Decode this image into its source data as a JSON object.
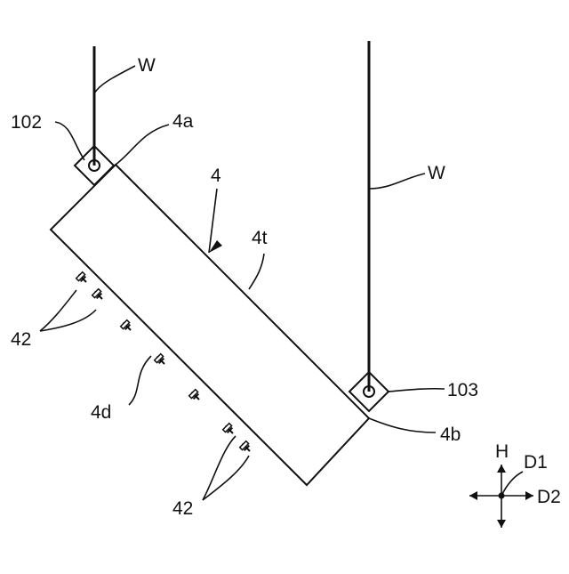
{
  "figure": {
    "labels": {
      "wire_left": "W",
      "wire_right": "W",
      "bracket_left": "102",
      "bracket_right": "103",
      "end_a": "4a",
      "end_b": "4b",
      "member": "4",
      "top_surface": "4t",
      "bottom_surface": "4d",
      "bolts_upper": "42",
      "bolts_lower": "42",
      "axis_vertical": "H",
      "axis_d1": "D1",
      "axis_d2": "D2"
    },
    "colors": {
      "line": "#111111",
      "background": "#ffffff"
    },
    "icons": [
      "arrowhead-icon",
      "bolt-icon",
      "bracket-pin-icon",
      "direction-cross-icon"
    ]
  }
}
